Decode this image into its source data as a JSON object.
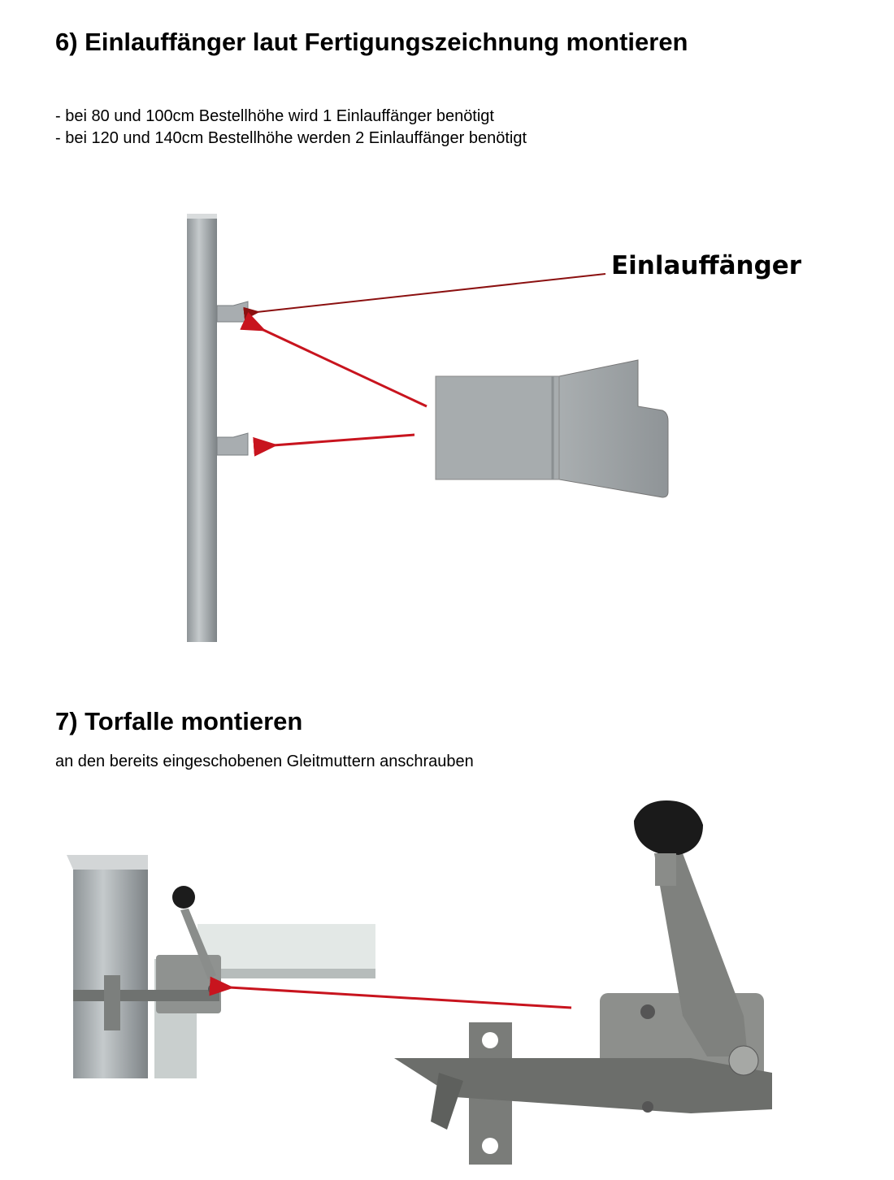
{
  "section6": {
    "heading": "6) Einlauffänger laut Fertigungszeichnung montieren",
    "notes": [
      "- bei  80 und 100cm Bestellhöhe wird 1 Einlauffänger benötigt",
      "- bei 120 und 140cm Bestellhöhe werden 2 Einlauffänger benötigt"
    ],
    "callout_label": "Einlauffänger"
  },
  "section7": {
    "heading": "7) Torfalle montieren",
    "subtext": "an den bereits eingeschobenen Gleitmuttern anschrauben"
  },
  "colors": {
    "arrow": "#c8141e",
    "leader": "#8b1010"
  }
}
